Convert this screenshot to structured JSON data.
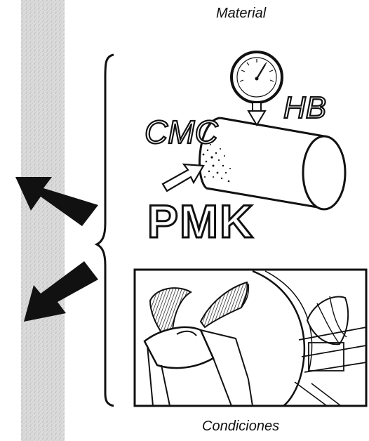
{
  "captions": {
    "top": "Material",
    "bottom": "Condiciones"
  },
  "labels": {
    "cmc": "CMC",
    "hb": "HB",
    "pmk": "PMK"
  }
}
